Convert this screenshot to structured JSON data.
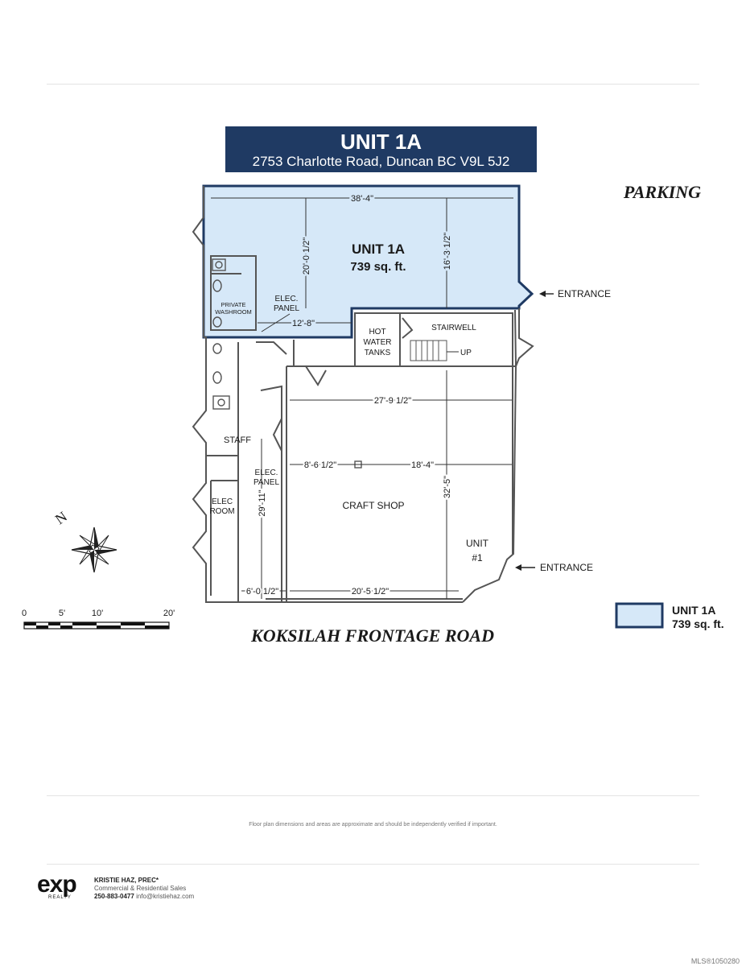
{
  "header": {
    "title": "UNIT 1A",
    "address": "2753 Charlotte Road, Duncan BC V9L 5J2"
  },
  "labels": {
    "parking": "PARKING",
    "road": "KOKSILAH FRONTAGE ROAD",
    "unit_title": "UNIT 1A",
    "unit_area": "739 sq. ft.",
    "entrance_top": "ENTRANCE",
    "entrance_bottom": "ENTRANCE",
    "private_washroom_1": "PRIVATE",
    "private_washroom_2": "WASHROOM",
    "elec_panel_1a": "ELEC.",
    "elec_panel_1b": "PANEL",
    "hot_1": "HOT",
    "hot_2": "WATER",
    "hot_3": "TANKS",
    "stairwell": "STAIRWELL",
    "up": "UP",
    "staff": "STAFF",
    "elec_panel_2a": "ELEC.",
    "elec_panel_2b": "PANEL",
    "elec_room_1": "ELEC",
    "elec_room_2": "ROOM",
    "craft_shop": "CRAFT SHOP",
    "unit1_1": "UNIT",
    "unit1_2": "#1",
    "north": "N"
  },
  "dimensions": {
    "d_38_4": "38'-4\"",
    "d_20_0": "20'-0 1/2\"",
    "d_16_3": "16'-3 1/2\"",
    "d_12_8": "12'-8\"",
    "d_27_9": "27'-9 1/2\"",
    "d_8_6": "8'-6 1/2\"",
    "d_18_4": "18'-4\"",
    "d_29_11": "29'-11\"",
    "d_32_5": "32'-5\"",
    "d_6_0": "6'-0 1/2\"",
    "d_20_5": "20'-5 1/2\""
  },
  "scale": {
    "ticks": [
      "0",
      "5'",
      "10'",
      "20'"
    ]
  },
  "legend": {
    "title": "UNIT 1A",
    "area": "739 sq. ft."
  },
  "colors": {
    "unit_fill": "#d6e8f8",
    "unit_border": "#1f3a63",
    "wall": "#555555"
  },
  "footer": {
    "disclaimer": "Floor plan dimensions and areas are approximate and should be independently verified if important.",
    "logo_text": "exp",
    "logo_sub": "REALTY",
    "agent_name": "KRISTIE HAZ, PREC*",
    "agent_role": "Commercial & Residential Sales",
    "agent_phone": "250-883-0477",
    "agent_email": "info@kristiehaz.com",
    "mls": "MLS®1050280"
  }
}
